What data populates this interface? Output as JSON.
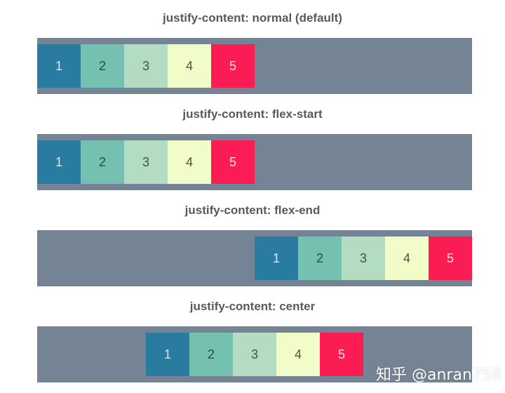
{
  "sections": [
    {
      "title": "justify-content: normal (default)",
      "justify": "normal",
      "items": [
        "1",
        "2",
        "3",
        "4",
        "5"
      ]
    },
    {
      "title": "justify-content: flex-start",
      "justify": "flex-start",
      "items": [
        "1",
        "2",
        "3",
        "4",
        "5"
      ]
    },
    {
      "title": "justify-content: flex-end",
      "justify": "flex-end",
      "items": [
        "1",
        "2",
        "3",
        "4",
        "5"
      ]
    },
    {
      "title": "justify-content: center",
      "justify": "center",
      "items": [
        "1",
        "2",
        "3",
        "4",
        "5"
      ]
    }
  ],
  "colors": {
    "container": "#758495",
    "item_1": "#2a7ba0",
    "item_2": "#74c0b1",
    "item_3": "#b3dcc2",
    "item_4": "#f1fcc8",
    "item_5": "#fa1c52"
  },
  "watermark": "知乎 @anran758"
}
